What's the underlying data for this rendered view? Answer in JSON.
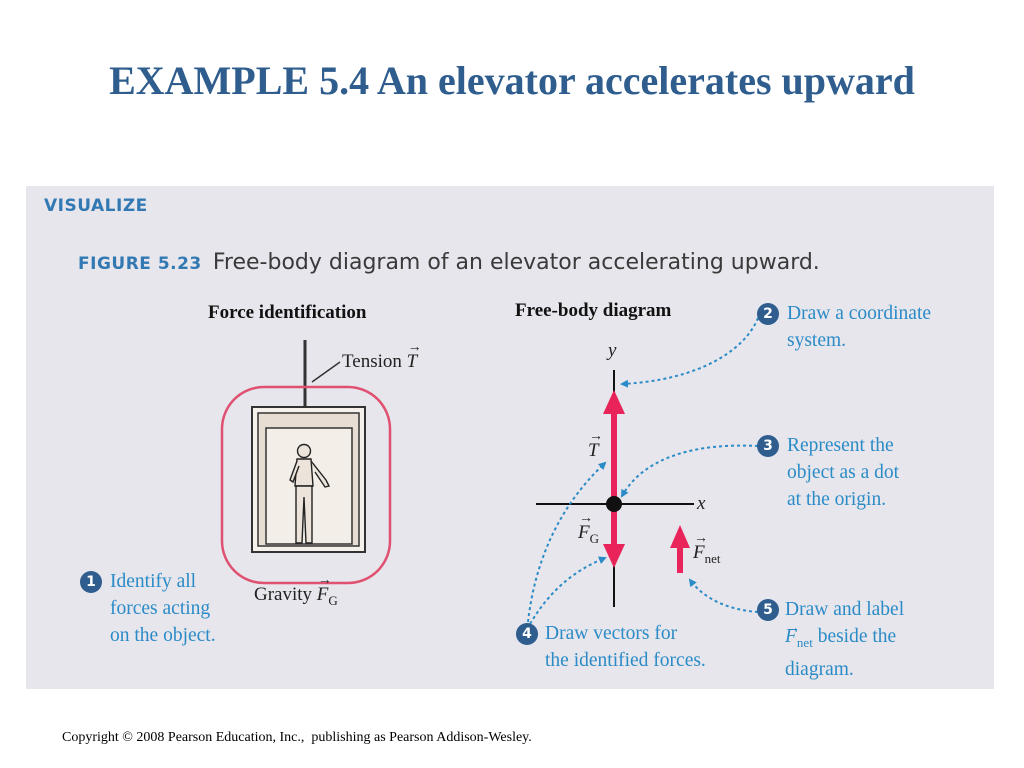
{
  "slide": {
    "title": "EXAMPLE 5.4 An elevator accelerates upward"
  },
  "panel": {
    "section_label": "VISUALIZE",
    "figure_label": "FIGURE 5.23",
    "figure_caption": "Free-body diagram of an elevator accelerating upward."
  },
  "force_identification": {
    "heading": "Force identification",
    "tension_label": "Tension",
    "tension_symbol": "T",
    "gravity_label": "Gravity",
    "gravity_symbol": "F",
    "gravity_subscript": "G"
  },
  "free_body_diagram": {
    "heading": "Free-body diagram",
    "y_axis_label": "y",
    "x_axis_label": "x",
    "tension_vector_symbol": "T",
    "gravity_vector_symbol": "F",
    "gravity_vector_subscript": "G",
    "net_force_symbol": "F",
    "net_force_subscript": "net"
  },
  "steps": [
    {
      "number": "1",
      "lines": [
        "Identify all",
        "forces acting",
        "on the object."
      ]
    },
    {
      "number": "2",
      "lines": [
        "Draw a coordinate",
        "system."
      ]
    },
    {
      "number": "3",
      "lines": [
        "Represent the",
        "object as a dot",
        "at the origin."
      ]
    },
    {
      "number": "4",
      "lines": [
        "Draw vectors for",
        "the identified forces."
      ]
    },
    {
      "number": "5",
      "line1": "Draw and label",
      "line2_symbol": "F",
      "line2_subscript": "net",
      "line2_rest": " beside the",
      "line3": "diagram."
    }
  ],
  "colors": {
    "title": "#2e5d8e",
    "accent_blue": "#3279b4",
    "note_blue": "#2b8bc7",
    "badge": "#2e5d8e",
    "force_red": "#e8245a",
    "outline_pink": "#e05070",
    "panel_bg": "#e6e6ec"
  },
  "footer": {
    "copyright": "Copyright © 2008 Pearson Education, Inc.,  publishing as Pearson Addison-Wesley."
  }
}
